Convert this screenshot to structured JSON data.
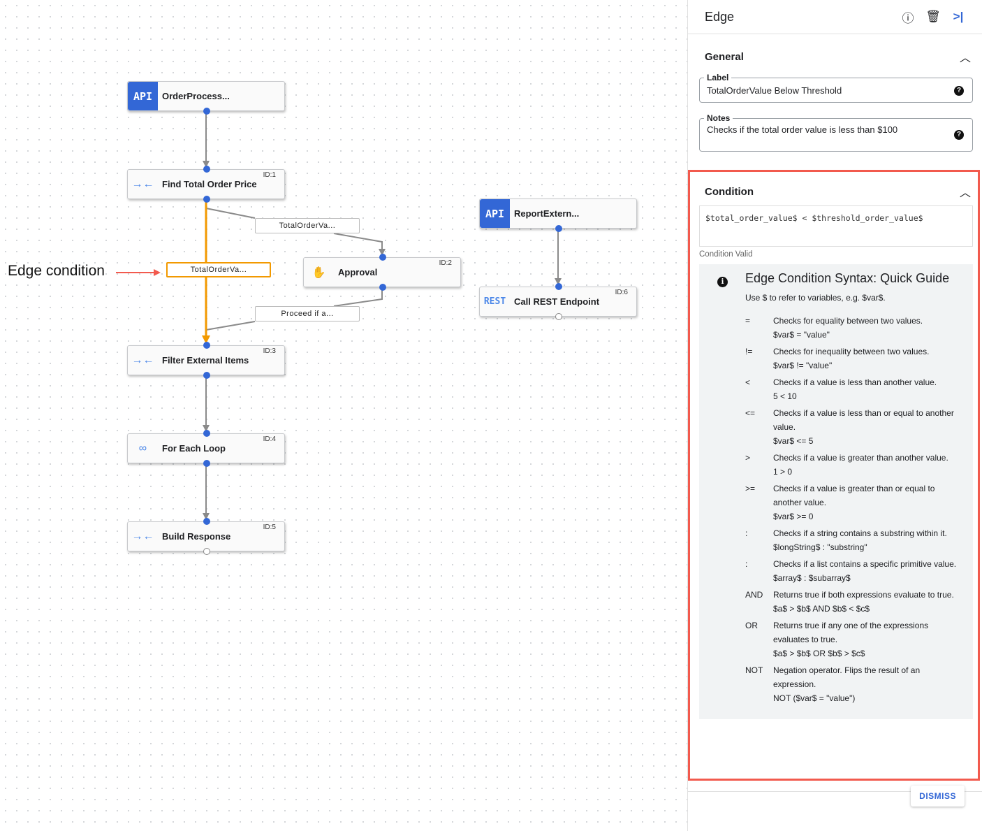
{
  "annotation": {
    "label": "Edge condition",
    "color": "#f25a4e"
  },
  "colors": {
    "accent": "#3367d6",
    "selected_edge": "#f29900",
    "edge": "#8a8a8a"
  },
  "nodes": [
    {
      "id": "order",
      "type": "API",
      "icon_text": "API",
      "title": "OrderProcess...",
      "node_id": ""
    },
    {
      "id": "find",
      "type": "transform",
      "title": "Find Total Order Price",
      "node_id": "ID:1"
    },
    {
      "id": "approval",
      "type": "approval",
      "title": "Approval",
      "node_id": "ID:2"
    },
    {
      "id": "filter",
      "type": "transform",
      "title": "Filter External Items",
      "node_id": "ID:3"
    },
    {
      "id": "loop",
      "type": "loop",
      "title": "For Each Loop",
      "node_id": "ID:4"
    },
    {
      "id": "build",
      "type": "transform",
      "title": "Build Response",
      "node_id": "ID:5"
    },
    {
      "id": "report",
      "type": "API",
      "icon_text": "API",
      "title": "ReportExtern...",
      "node_id": ""
    },
    {
      "id": "rest",
      "type": "REST",
      "icon_text": "REST",
      "title": "Call REST Endpoint",
      "node_id": "ID:6"
    }
  ],
  "edge_labels": [
    "TotalOrderVa...",
    "TotalOrderVa...",
    "Proceed if a..."
  ],
  "panel": {
    "title": "Edge",
    "general": {
      "title": "General",
      "label_label": "Label",
      "label_value": "TotalOrderValue Below Threshold",
      "notes_label": "Notes",
      "notes_value": "Checks if the total order value is less than $100"
    },
    "condition": {
      "title": "Condition",
      "expression": "$total_order_value$ < $threshold_order_value$",
      "status": "Condition Valid"
    },
    "guide": {
      "title": "Edge Condition Syntax: Quick Guide",
      "intro": "Use $ to refer to variables, e.g. $var$.",
      "rows": [
        {
          "op": "=",
          "desc": "Checks for equality between two values.",
          "ex": "$var$ = \"value\""
        },
        {
          "op": "!=",
          "desc": "Checks for inequality between two values.",
          "ex": "$var$ != \"value\""
        },
        {
          "op": "<",
          "desc": "Checks if a value is less than another value.",
          "ex": "5 < 10"
        },
        {
          "op": "<=",
          "desc": "Checks if a value is less than or equal to another value.",
          "ex": "$var$ <= 5"
        },
        {
          "op": ">",
          "desc": "Checks if a value is greater than another value.",
          "ex": "1 > 0"
        },
        {
          "op": ">=",
          "desc": "Checks if a value is greater than or equal to another value.",
          "ex": "$var$ >= 0"
        },
        {
          "op": ":",
          "desc": "Checks if a string contains a substring within it.",
          "ex": "$longString$ : \"substring\""
        },
        {
          "op": ":",
          "desc": "Checks if a list contains a specific primitive value.",
          "ex": "$array$ : $subarray$"
        },
        {
          "op": "AND",
          "desc": "Returns true if both expressions evaluate to true.",
          "ex": "$a$ > $b$ AND $b$ < $c$"
        },
        {
          "op": "OR",
          "desc": "Returns true if any one of the expressions evaluates to true.",
          "ex": "$a$ > $b$ OR $b$ > $c$"
        },
        {
          "op": "NOT",
          "desc": "Negation operator. Flips the result of an expression.",
          "ex": "NOT ($var$ = \"value\")"
        }
      ]
    },
    "dismiss": "DISMISS"
  }
}
